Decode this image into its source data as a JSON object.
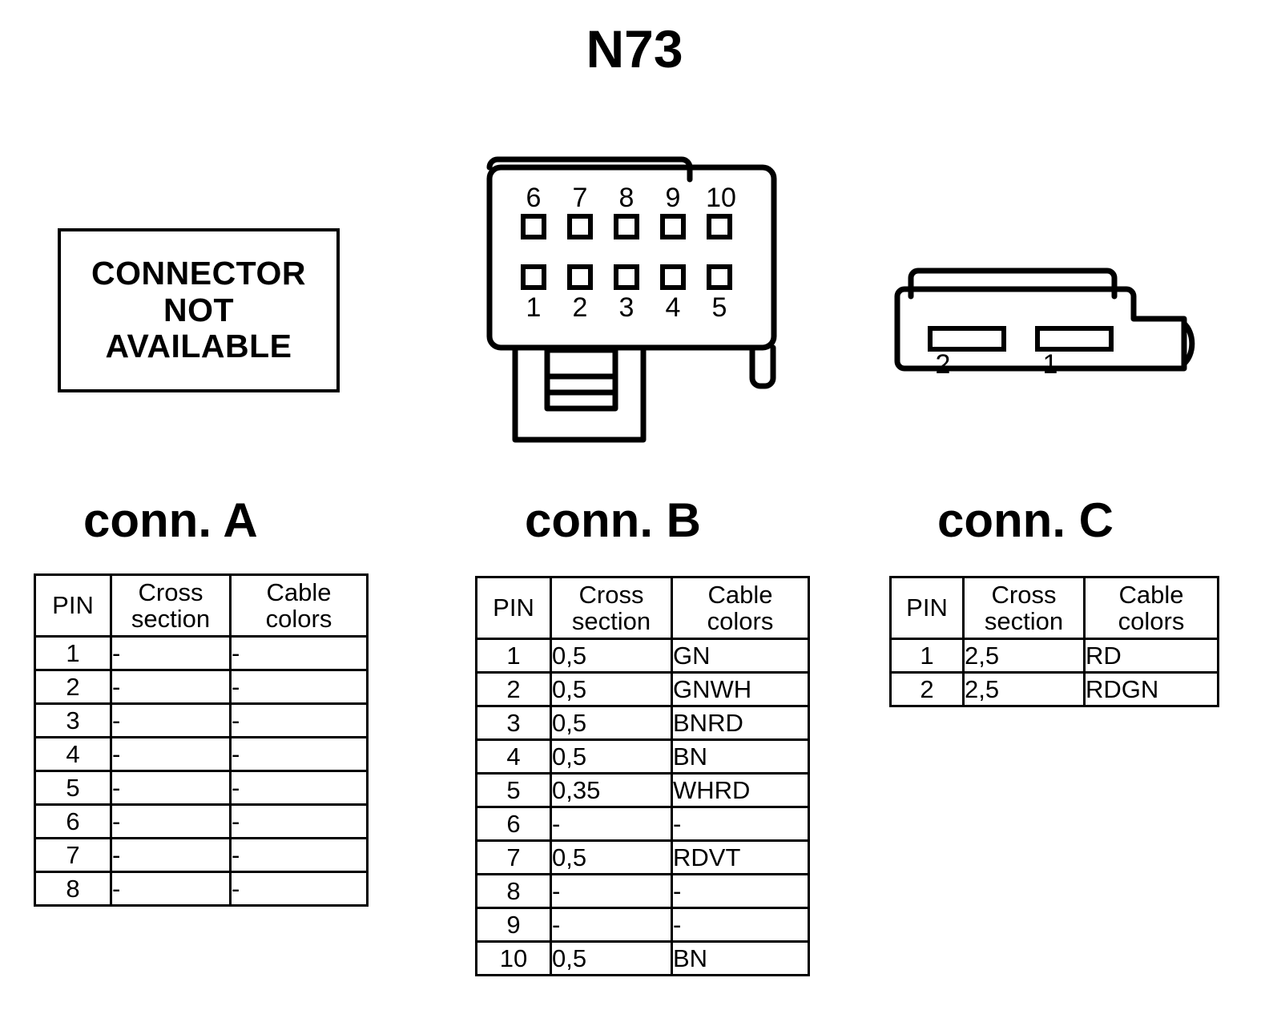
{
  "title": "N73",
  "not_available_box": {
    "lines": [
      "CONNECTOR",
      "NOT",
      "AVAILABLE"
    ]
  },
  "connector_b_diagram": {
    "top_row_labels": [
      "6",
      "7",
      "8",
      "9",
      "10"
    ],
    "bottom_row_labels": [
      "1",
      "2",
      "3",
      "4",
      "5"
    ],
    "pin_count": 10,
    "shape": "rectangular-10-pin-with-latch"
  },
  "connector_c_diagram": {
    "slot_labels": [
      "2",
      "1"
    ],
    "pin_count": 2,
    "shape": "wide-2-slot-blade-connector"
  },
  "sections": {
    "a": {
      "heading": "conn. A"
    },
    "b": {
      "heading": "conn. B"
    },
    "c": {
      "heading": "conn. C"
    }
  },
  "table_headers": {
    "pin": "PIN",
    "cross_section_line1": "Cross",
    "cross_section_line2": "section",
    "cable_colors_line1": "Cable",
    "cable_colors_line2": "colors"
  },
  "tables": {
    "conn_a": {
      "columns": [
        "PIN",
        "Cross section",
        "Cable colors"
      ],
      "rows": [
        {
          "pin": "1",
          "cross_section": "-",
          "cable_colors": "-"
        },
        {
          "pin": "2",
          "cross_section": "-",
          "cable_colors": "-"
        },
        {
          "pin": "3",
          "cross_section": "-",
          "cable_colors": "-"
        },
        {
          "pin": "4",
          "cross_section": "-",
          "cable_colors": "-"
        },
        {
          "pin": "5",
          "cross_section": "-",
          "cable_colors": "-"
        },
        {
          "pin": "6",
          "cross_section": "-",
          "cable_colors": "-"
        },
        {
          "pin": "7",
          "cross_section": "-",
          "cable_colors": "-"
        },
        {
          "pin": "8",
          "cross_section": "-",
          "cable_colors": "-"
        }
      ]
    },
    "conn_b": {
      "columns": [
        "PIN",
        "Cross section",
        "Cable colors"
      ],
      "rows": [
        {
          "pin": "1",
          "cross_section": "0,5",
          "cable_colors": "GN"
        },
        {
          "pin": "2",
          "cross_section": "0,5",
          "cable_colors": "GNWH"
        },
        {
          "pin": "3",
          "cross_section": "0,5",
          "cable_colors": "BNRD"
        },
        {
          "pin": "4",
          "cross_section": "0,5",
          "cable_colors": "BN"
        },
        {
          "pin": "5",
          "cross_section": "0,35",
          "cable_colors": "WHRD"
        },
        {
          "pin": "6",
          "cross_section": "-",
          "cable_colors": "-"
        },
        {
          "pin": "7",
          "cross_section": "0,5",
          "cable_colors": "RDVT"
        },
        {
          "pin": "8",
          "cross_section": "-",
          "cable_colors": "-"
        },
        {
          "pin": "9",
          "cross_section": "-",
          "cable_colors": "-"
        },
        {
          "pin": "10",
          "cross_section": "0,5",
          "cable_colors": "BN"
        }
      ]
    },
    "conn_c": {
      "columns": [
        "PIN",
        "Cross section",
        "Cable colors"
      ],
      "rows": [
        {
          "pin": "1",
          "cross_section": "2,5",
          "cable_colors": "RD"
        },
        {
          "pin": "2",
          "cross_section": "2,5",
          "cable_colors": "RDGN"
        }
      ]
    }
  },
  "colors": {
    "ink": "#000000",
    "paper": "#ffffff"
  }
}
